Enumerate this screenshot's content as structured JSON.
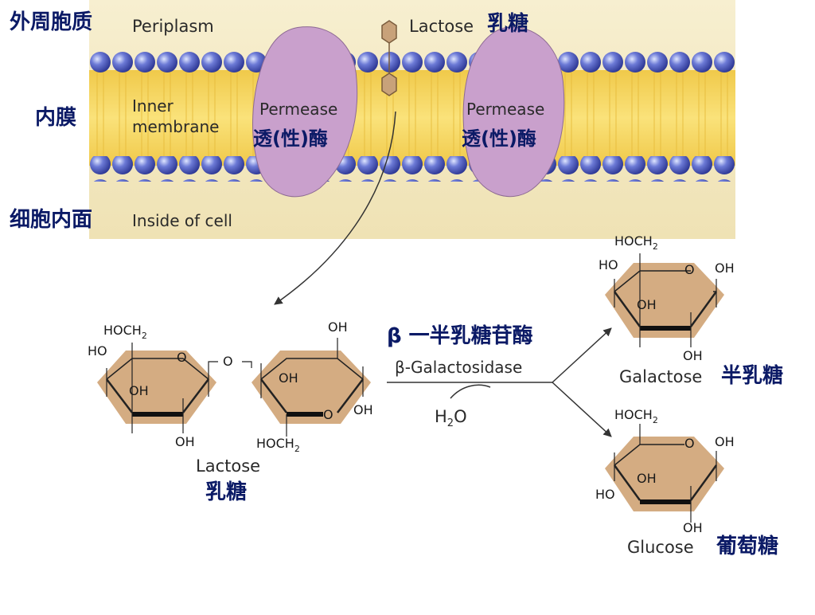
{
  "membrane": {
    "periplasm_cn": "外周胞质",
    "periplasm_en": "Periplasm",
    "inner_cn": "内膜",
    "inner_en_line1": "Inner",
    "inner_en_line2": "membrane",
    "inside_cn": "细胞内面",
    "inside_en": "Inside of cell",
    "lactose_en": "Lactose",
    "lactose_cn": "乳糖",
    "permease_en": "Permease",
    "permease_cn": "透(性)酶"
  },
  "reaction": {
    "enzyme_cn": "β 一半乳糖苷酶",
    "enzyme_en": "β-Galactosidase",
    "water_h": "H",
    "water_sub": "2",
    "water_o": "O"
  },
  "molecules": {
    "lactose_en": "Lactose",
    "lactose_cn": "乳糖",
    "galactose_en": "Galactose",
    "galactose_cn": "半乳糖",
    "glucose_en": "Glucose",
    "glucose_cn": "葡萄糖",
    "hoch": "HOCH",
    "sub2": "2",
    "ho": "HO",
    "oh": "OH",
    "o": "O"
  },
  "colors": {
    "membrane_yellow": "#f4d35a",
    "lipid_head": "#4a58b8",
    "permease": "#c9a0cc",
    "ring_fill": "#d4ac82",
    "label_blue": "#0b1a66"
  }
}
